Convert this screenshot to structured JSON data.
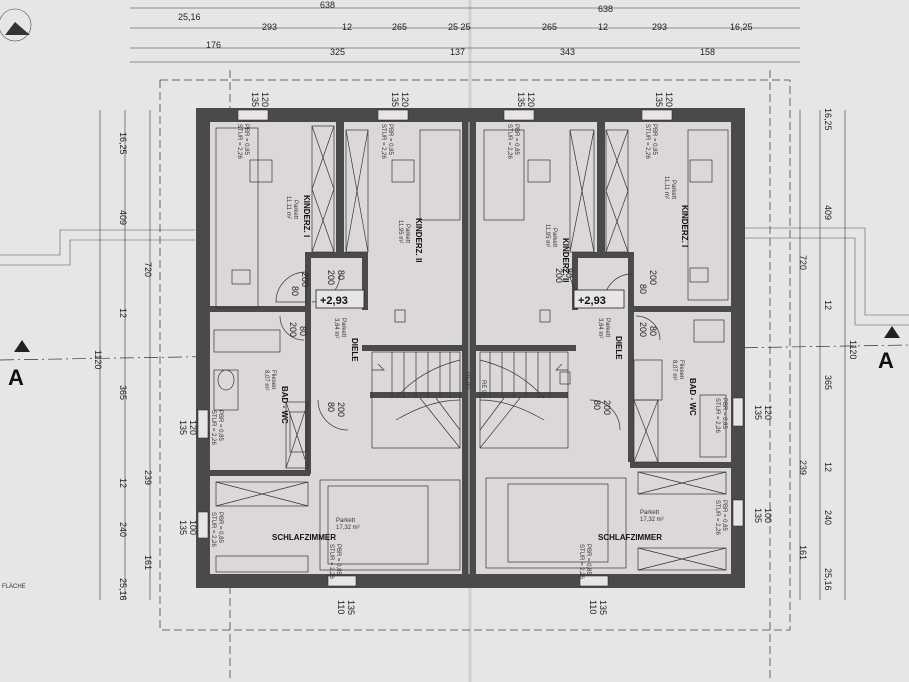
{
  "rooms": {
    "kinder1": {
      "name": "KINDERZ. I",
      "floor": "Parkett",
      "area": "11,11 m²"
    },
    "kinder2": {
      "name": "KINDERZ. II",
      "floor": "Parkett",
      "area": "11,95 m²"
    },
    "diele": {
      "name": "DIELE",
      "floor": "Parkett",
      "area": "3,84 m²"
    },
    "bad": {
      "name": "BAD - WC",
      "floor": "Fliesen",
      "area": "8,07 m²"
    },
    "schlaf": {
      "name": "SCHLAFZIMMER",
      "floor": "Parkett",
      "area": "17,32 m²"
    }
  },
  "level_marker": "+2,93",
  "stair_label": "RE 90",
  "section_marker": "A",
  "flach_label": "FLÄCHE",
  "top_dims": {
    "row1": [
      "25,16",
      "293",
      "12",
      "265",
      "25 25",
      "265",
      "12",
      "293",
      "16,25"
    ],
    "row2": [
      "638",
      "638"
    ],
    "row3": [
      "176",
      "325",
      "137",
      "343",
      "158"
    ]
  },
  "side_dims": [
    "16,25",
    "409",
    "720",
    "12",
    "365",
    "1120",
    "239",
    "12",
    "240",
    "161",
    "25,16"
  ],
  "openings": {
    "window_top": [
      "120",
      "135"
    ],
    "window_side": [
      "135",
      "120"
    ],
    "window_small": [
      "100",
      "135"
    ],
    "window_bottom": [
      "110",
      "135"
    ],
    "door": [
      "80",
      "200"
    ],
    "door_rev": [
      "200",
      "80"
    ],
    "stur": "STUR = 2,26",
    "pbr": "PBR = 0,85"
  }
}
